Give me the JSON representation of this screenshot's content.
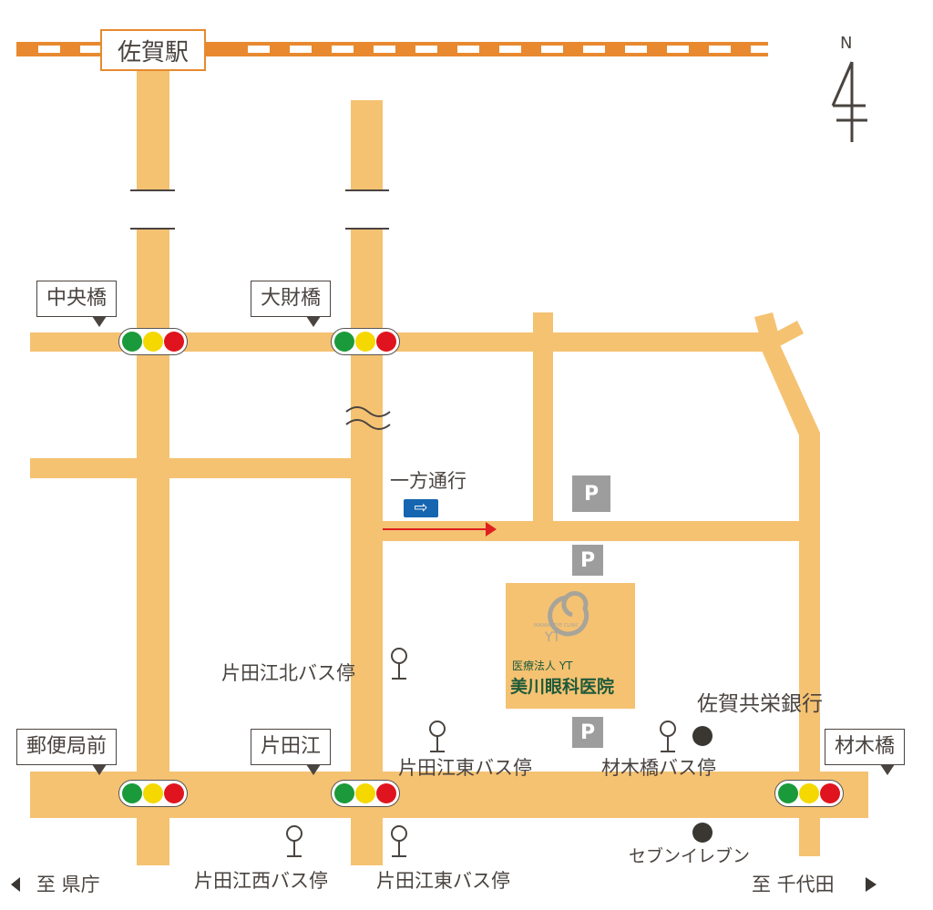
{
  "station": "佐賀駅",
  "north": "N",
  "signals": [
    "中央橋",
    "大財橋",
    "郵便局前",
    "片田江",
    "材木橋"
  ],
  "one_way": "一方通行",
  "parking": "P",
  "clinic": {
    "corp": "医療法人 YT",
    "name": "美川眼科医院",
    "logo_text": "MIKAWA EYE CLINIC",
    "logo_mark": "YT"
  },
  "bus_stops": [
    "片田江北バス停",
    "片田江東バス停",
    "材木橋バス停",
    "片田江西バス停",
    "片田江東バス停"
  ],
  "landmarks": [
    "佐賀共栄銀行",
    "セブンイレブン"
  ],
  "directions": {
    "left": "至 県庁",
    "right": "至 千代田"
  },
  "colors": {
    "road": "#f5c272",
    "rail": "#e8892f",
    "light_green": "#1a9a3a",
    "light_yellow": "#f5d800",
    "light_red": "#e0141e",
    "one_way_sign": "#1565b0",
    "arrow": "#e02020",
    "parking": "#9d9d9d"
  }
}
